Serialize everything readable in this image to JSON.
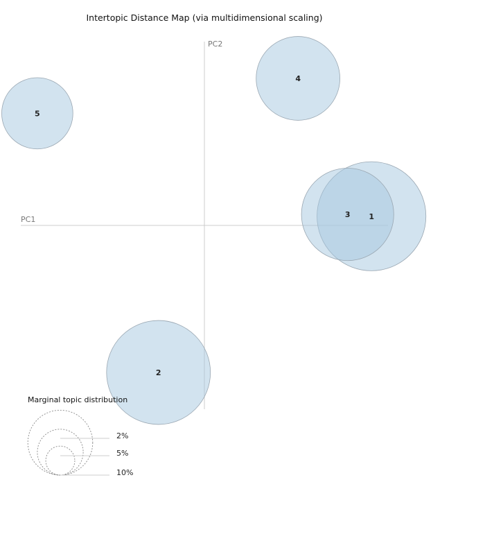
{
  "chart_data": {
    "type": "scatter",
    "title": "Intertopic Distance Map (via multidimensional scaling)",
    "xlabel": "PC1",
    "ylabel": "PC2",
    "xlim": [
      -1.0,
      1.0
    ],
    "ylim": [
      -1.0,
      1.0
    ],
    "grid": false,
    "topics": [
      {
        "label": "1",
        "x": 0.91,
        "y": 0.05,
        "size": 11.0
      },
      {
        "label": "2",
        "x": -0.25,
        "y": -0.8,
        "size": 10.0
      },
      {
        "label": "3",
        "x": 0.78,
        "y": 0.06,
        "size": 7.9
      },
      {
        "label": "4",
        "x": 0.51,
        "y": 0.8,
        "size": 6.5
      },
      {
        "label": "5",
        "x": -0.91,
        "y": 0.61,
        "size": 4.7
      }
    ],
    "legend": {
      "title": "Marginal topic distribution",
      "entries": [
        {
          "label": "2%",
          "value": 2
        },
        {
          "label": "5%",
          "value": 5
        },
        {
          "label": "10%",
          "value": 10
        }
      ]
    },
    "colors": {
      "bubble_fill": "#a6c8e0",
      "bubble_stroke": "#9aa7b2",
      "axis": "#cccccc"
    }
  }
}
